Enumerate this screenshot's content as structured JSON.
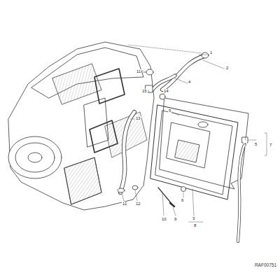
{
  "diagram": {
    "labels": [
      "1",
      "2",
      "11",
      "4",
      "15",
      "14",
      "13",
      "5",
      "6",
      "5",
      "7",
      "11",
      "12",
      "10",
      "9",
      "6",
      "3",
      "8",
      "RAF00751"
    ]
  }
}
